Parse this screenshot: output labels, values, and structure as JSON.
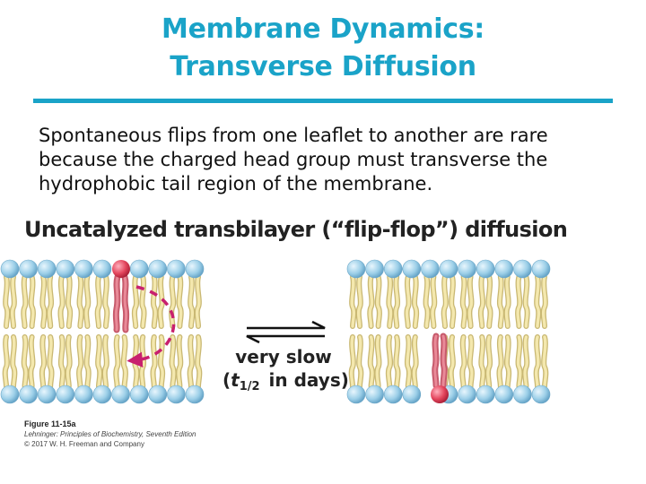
{
  "slide": {
    "title_line1": "Membrane Dynamics:",
    "title_line2": "Transverse Diffusion",
    "body_line1": "Spontaneous flips from one leaflet to another are rare",
    "body_line2": "because the charged head group must transverse the",
    "body_line3": "hydrophobic tail region of the membrane.",
    "accent_color": "#1aa3c8"
  },
  "figure": {
    "heading": "Uncatalyzed transbilayer (“flip-flop”) diffusion",
    "rate_label": "very slow",
    "half_life_open": "(",
    "half_life_symbol": "t",
    "half_life_subscript": "1/2",
    "half_life_rest": "in days)",
    "head_color": "#9ccfe8",
    "flipped_head_color": "#e3455c",
    "tail_color": "#f1e4a6",
    "arrow_color": "#c8206e",
    "icons": [
      "equilibrium-arrows-icon",
      "curved-flip-arrow-icon"
    ],
    "caption_label": "Figure 11-15a",
    "caption_source": "Lehninger: Principles of Biochemistry, Seventh Edition",
    "caption_copyright": "© 2017 W. H. Freeman and Company"
  }
}
